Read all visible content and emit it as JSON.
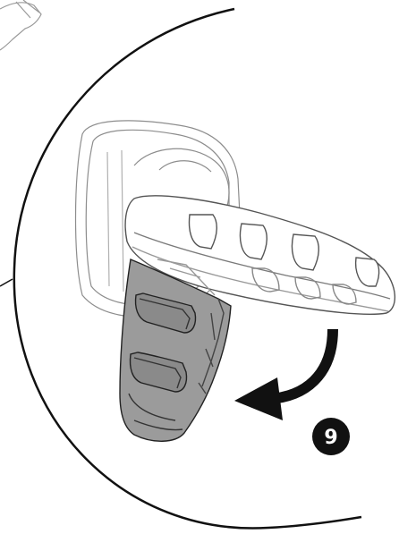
{
  "diagram": {
    "step": {
      "number": "9"
    },
    "colors": {
      "line": "#1a1a1a",
      "light_line": "#9a9a9a",
      "highlight_fill": "#9b9b9b",
      "badge_fill": "#111111",
      "background": "#ffffff"
    },
    "parts": [
      {
        "id": "headphone-earcup",
        "icon": "earcup-housing"
      },
      {
        "id": "charging-cradle",
        "icon": "cradle-with-button-slots"
      },
      {
        "id": "rotating-clip",
        "icon": "highlighted-clip-part"
      },
      {
        "id": "rotation-arrow",
        "icon": "curved-arrow"
      }
    ]
  }
}
